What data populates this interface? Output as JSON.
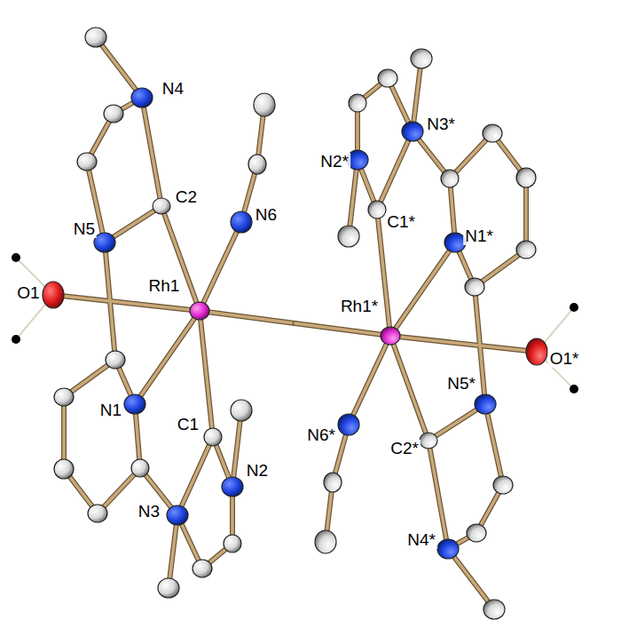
{
  "diagram": {
    "labels": [
      "N3*",
      "N2*",
      "N4",
      "C2",
      "N6",
      "C1*",
      "N1*",
      "N5",
      "O1",
      "Rh1",
      "Rh1*",
      "O1*",
      "N1",
      "C1",
      "N5*",
      "N2",
      "N6*",
      "C2*",
      "N3",
      "N4*"
    ]
  }
}
